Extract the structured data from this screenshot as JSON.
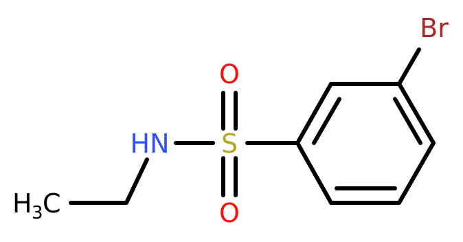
{
  "molecule": {
    "atoms": {
      "br": {
        "label": "Br",
        "color": "#a52a2a"
      },
      "s": {
        "label": "S",
        "color": "#b5a62a"
      },
      "o_top": {
        "label": "O",
        "color": "#ff0d0d"
      },
      "o_bottom": {
        "label": "O",
        "color": "#ff0d0d"
      },
      "nh": {
        "label": "HN",
        "color": "#3050f8"
      },
      "ch3": {
        "label": "H",
        "subscript": "3",
        "suffix": "C",
        "color": "#000000"
      }
    },
    "bond_color": "#000000"
  }
}
